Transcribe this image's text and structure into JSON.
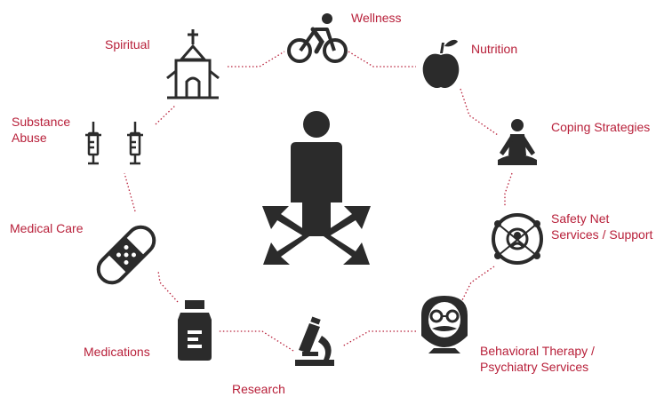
{
  "diagram": {
    "center_icon": "person-with-outward-arrows-icon",
    "accent_color": "#b8203a",
    "icon_color": "#2b2b2b",
    "nodes": [
      {
        "id": "wellness",
        "label": "Wellness",
        "icon": "bicycle-icon"
      },
      {
        "id": "nutrition",
        "label": "Nutrition",
        "icon": "apple-icon"
      },
      {
        "id": "coping",
        "label": "Coping Strategies",
        "icon": "meditation-icon"
      },
      {
        "id": "safety",
        "label_lines": [
          "Safety Net",
          "Services / Support"
        ],
        "icon": "network-globe-icon"
      },
      {
        "id": "behavioral",
        "label_lines": [
          "Behavioral Therapy /",
          "Psychiatry Services"
        ],
        "icon": "psychiatrist-icon"
      },
      {
        "id": "research",
        "label": "Research",
        "icon": "microscope-icon"
      },
      {
        "id": "medications",
        "label": "Medications",
        "icon": "pill-bottle-icon"
      },
      {
        "id": "medical",
        "label": "Medical Care",
        "icon": "bandage-icon"
      },
      {
        "id": "substance",
        "label_lines": [
          "Substance",
          "Abuse"
        ],
        "icon": "syringe-icon"
      },
      {
        "id": "spiritual",
        "label": "Spiritual",
        "icon": "church-icon"
      }
    ]
  }
}
